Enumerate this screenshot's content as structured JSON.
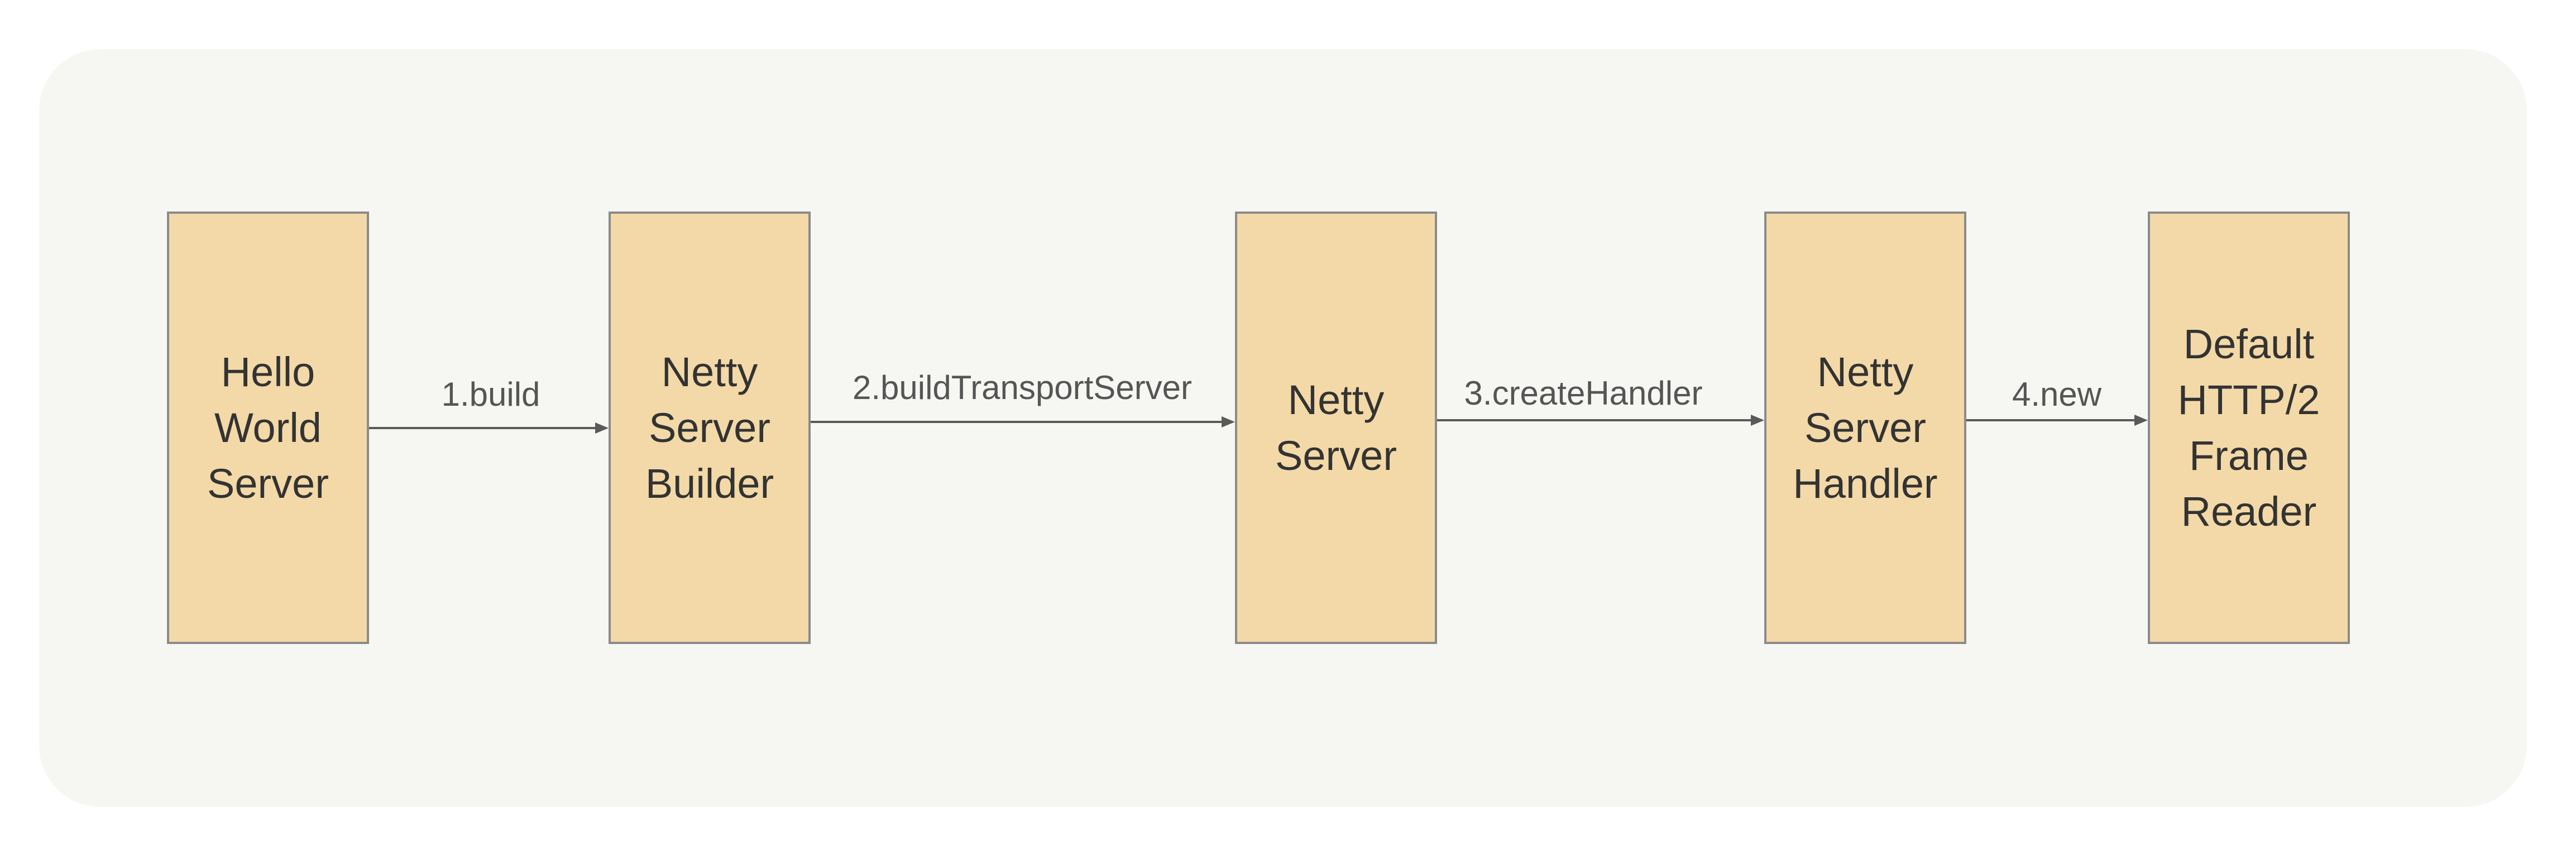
{
  "diagram": {
    "nodes": [
      {
        "id": "hello_world_server",
        "label": "Hello\nWorld\nServer"
      },
      {
        "id": "netty_server_builder",
        "label": "Netty\nServer\nBuilder"
      },
      {
        "id": "netty_server",
        "label": "Netty\nServer"
      },
      {
        "id": "netty_server_handler",
        "label": "Netty\nServer\nHandler"
      },
      {
        "id": "default_http2_frame_reader",
        "label": "Default\nHTTP/2\nFrame\nReader"
      }
    ],
    "edges": [
      {
        "from": "hello_world_server",
        "to": "netty_server_builder",
        "label": "1.build"
      },
      {
        "from": "netty_server_builder",
        "to": "netty_server",
        "label": "2.buildTransportServer"
      },
      {
        "from": "netty_server",
        "to": "netty_server_handler",
        "label": "3.createHandler"
      },
      {
        "from": "netty_server_handler",
        "to": "default_http2_frame_reader",
        "label": "4.new"
      }
    ]
  },
  "colors": {
    "panel_background": "#f6f6f3",
    "box_fill": "#f3d9a7",
    "box_border": "#8b8b8b",
    "arrow": "#5a5a5a",
    "text": "#333333"
  }
}
